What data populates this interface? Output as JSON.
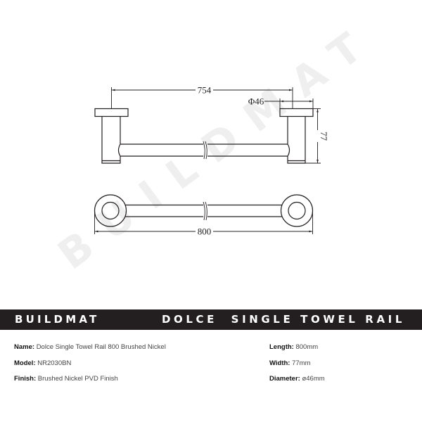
{
  "watermark": {
    "text": "BUILDMAT",
    "color": "#f2f2f2"
  },
  "drawing": {
    "stroke_color": "#231f20",
    "dimensions": {
      "post_spacing": "754",
      "backplate_diameter": "Φ46",
      "projection": "77",
      "overall_length": "800"
    }
  },
  "banner": {
    "brand": "BUILDMAT",
    "title": "DOLCE  SINGLE TOWEL RAIL",
    "background": "#231f20",
    "text_color": "#ffffff"
  },
  "specs": {
    "left": [
      {
        "label": "Name:",
        "value": "Dolce Single Towel Rail 800 Brushed Nickel"
      },
      {
        "label": "Model:",
        "value": "NR2030BN"
      },
      {
        "label": "Finish:",
        "value": "Brushed Nickel PVD Finish"
      }
    ],
    "right": [
      {
        "label": "Length:",
        "value": "800mm"
      },
      {
        "label": "Width:",
        "value": "77mm"
      },
      {
        "label": "Diameter:",
        "value": "ø46mm"
      }
    ]
  }
}
